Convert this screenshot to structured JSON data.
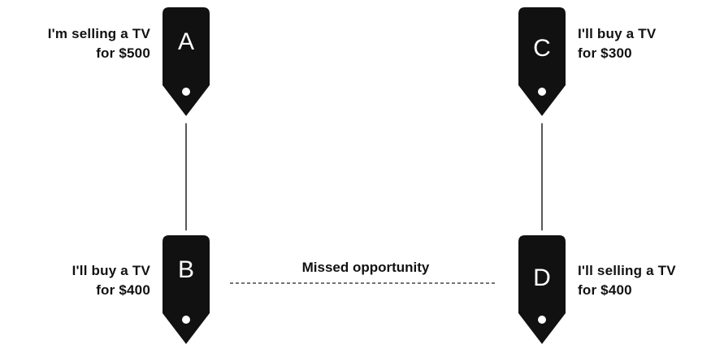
{
  "nodes": {
    "a": {
      "letter": "A",
      "line1": "I'm selling a TV",
      "line2": "for $500"
    },
    "b": {
      "letter": "B",
      "line1": "I'll buy a TV",
      "line2": "for $400"
    },
    "c": {
      "letter": "C",
      "line1": "I'll buy a TV",
      "line2": "for $300"
    },
    "d": {
      "letter": "D",
      "line1": "I'll selling a TV",
      "line2": "for $400"
    }
  },
  "missed_label": "Missed opportunity",
  "colors": {
    "tag_fill": "#111111",
    "tag_text": "#ffffff",
    "hole": "#ffffff",
    "line": "#222222"
  },
  "icons": {
    "tag": "tag-icon",
    "hole": "tag-hole-icon"
  }
}
